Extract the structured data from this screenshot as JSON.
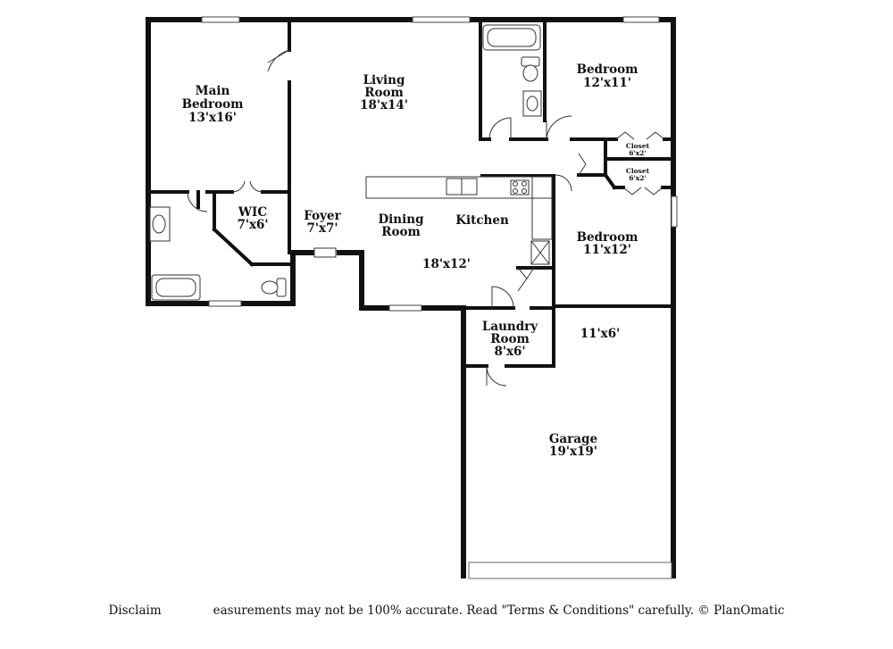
{
  "rooms": {
    "main_bedroom": {
      "name_line1": "Main",
      "name_line2": "Bedroom",
      "dims": "13'x16'"
    },
    "living_room": {
      "name_line1": "Living",
      "name_line2": "Room",
      "dims": "18'x14'"
    },
    "bedroom_ne": {
      "name": "Bedroom",
      "dims": "12'x11'"
    },
    "closet_1": {
      "name": "Closet",
      "dims": "6'x2'"
    },
    "closet_2": {
      "name": "Closet",
      "dims": "6'x2'"
    },
    "wic": {
      "name": "WIC",
      "dims": "7'x6'"
    },
    "foyer": {
      "name": "Foyer",
      "dims": "7'x7'"
    },
    "dining_room": {
      "name_line1": "Dining",
      "name_line2": "Room"
    },
    "kitchen": {
      "name": "Kitchen",
      "dims": "18'x12'"
    },
    "bedroom_e": {
      "name": "Bedroom",
      "dims": "11'x12'"
    },
    "laundry_room": {
      "name_line1": "Laundry",
      "name_line2": "Room",
      "dims": "8'x6'"
    },
    "garage_extension": {
      "dims": "11'x6'"
    },
    "garage": {
      "name": "Garage",
      "dims": "19'x19'"
    }
  },
  "footer": {
    "part1": "Disclaim",
    "part2": "easurements may not be 100% accurate. Read \"Terms & Conditions\" carefully. © PlanOmatic"
  },
  "colors": {
    "wall": "#111111",
    "thin": "#555555",
    "background": "#ffffff"
  }
}
